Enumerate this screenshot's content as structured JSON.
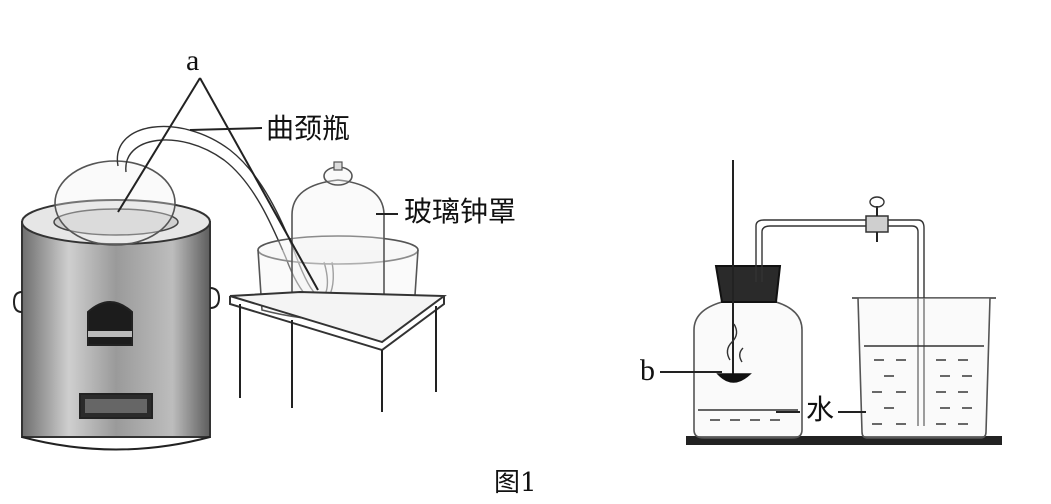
{
  "labels": {
    "a": "a",
    "swan_neck_flask": "曲颈瓶",
    "bell_jar": "玻璃钟罩",
    "b": "b",
    "water": "水",
    "caption": "图1"
  }
}
